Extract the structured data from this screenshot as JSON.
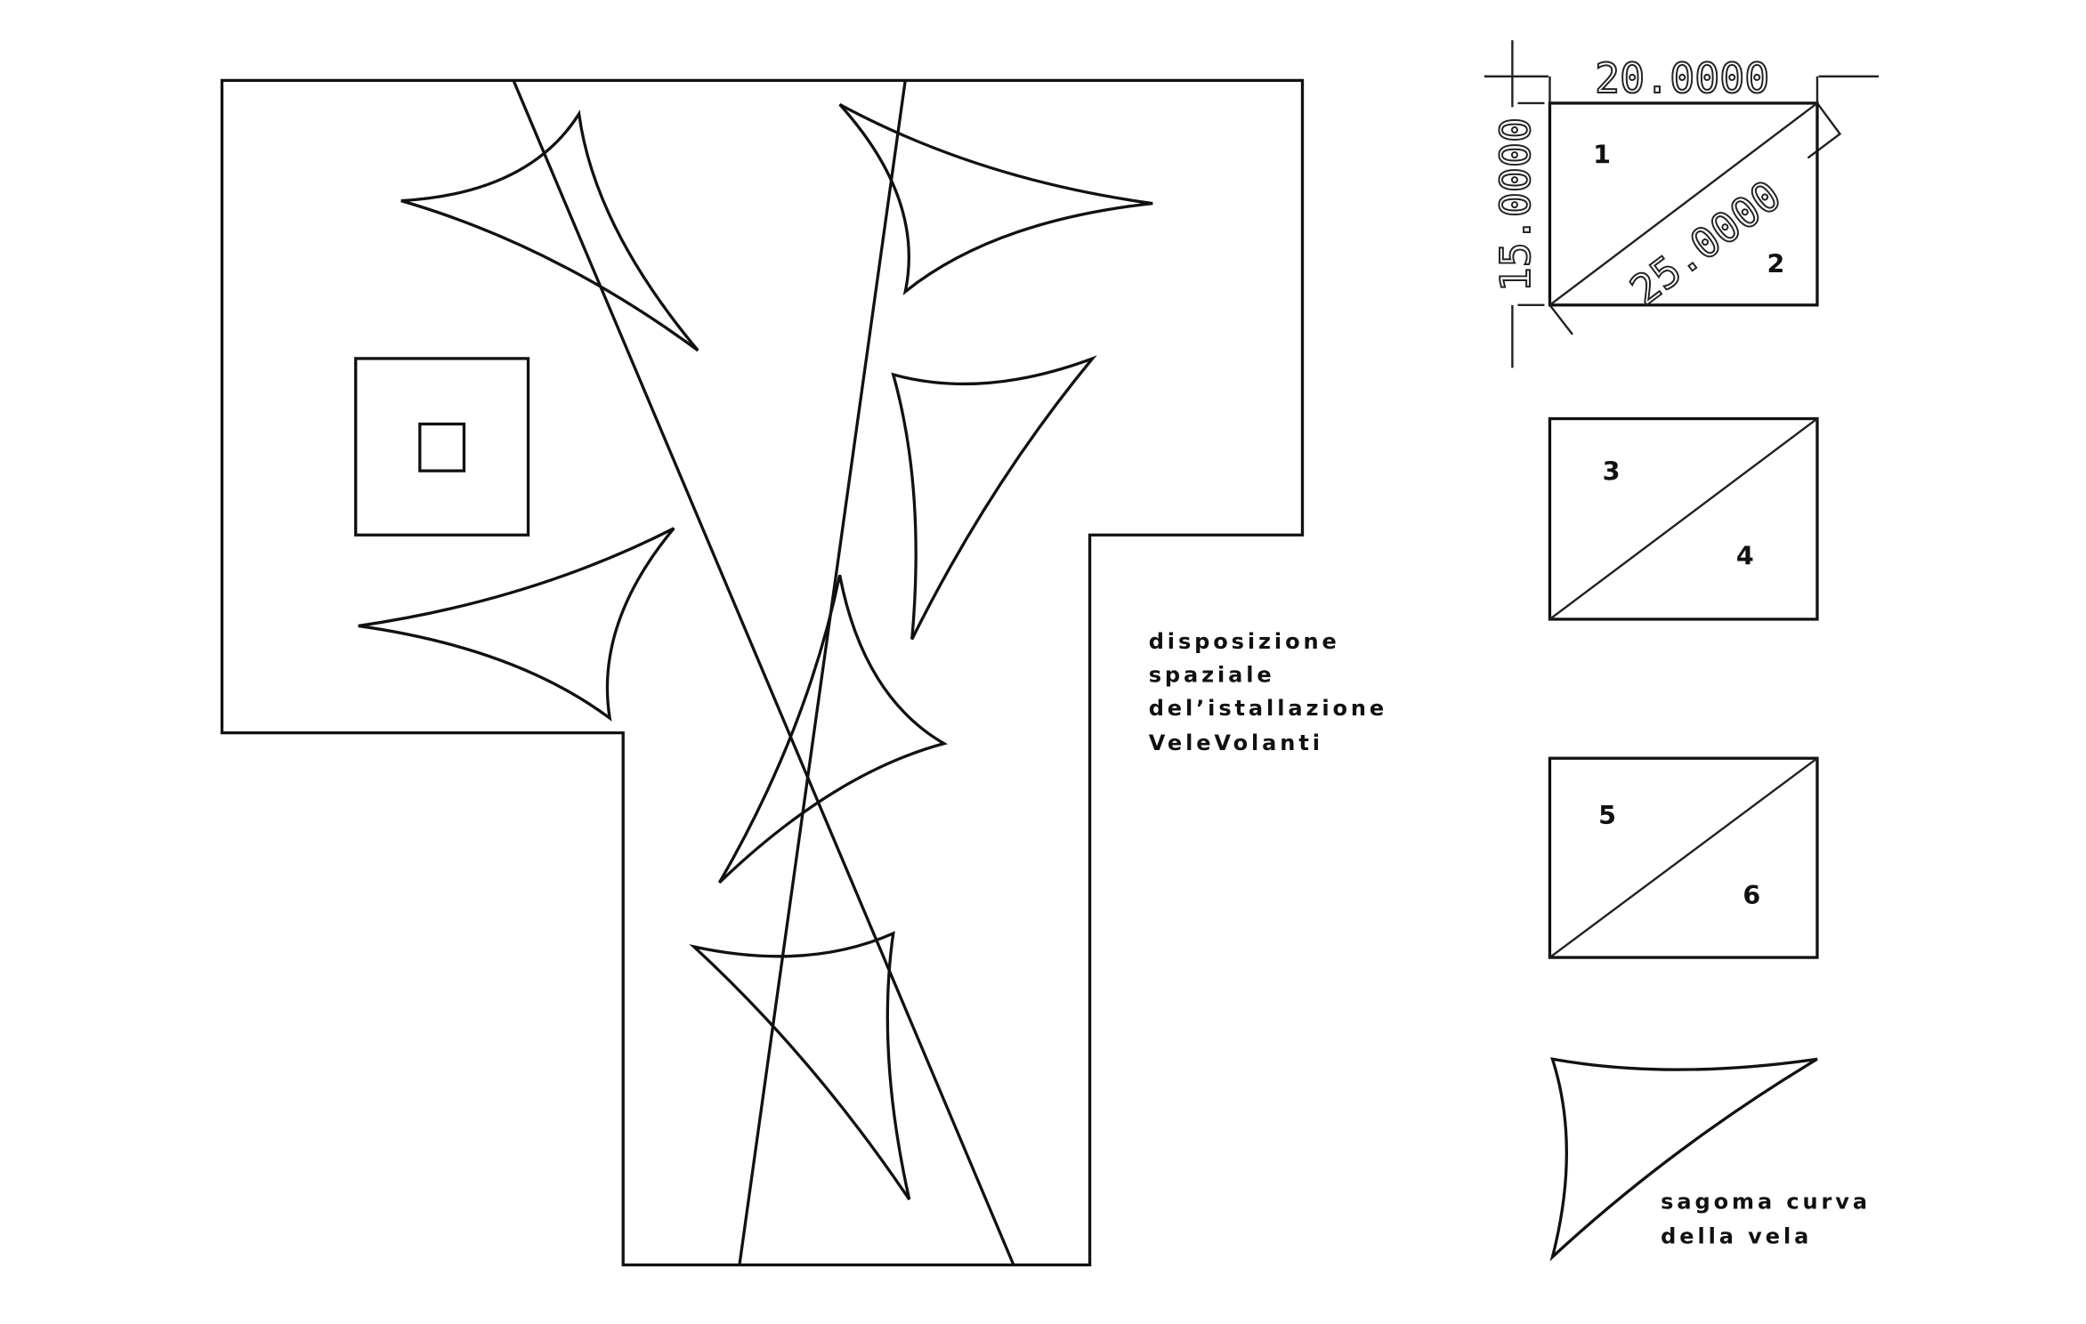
{
  "caption": {
    "lines": [
      "disposizione",
      "spaziale",
      "del’istallazione",
      "VeleVolanti"
    ]
  },
  "dimensions": {
    "width": "20.0000",
    "height": "15.0000",
    "diagonal": "25.0000"
  },
  "panel_labels": [
    "1",
    "2",
    "3",
    "4",
    "5",
    "6"
  ],
  "sail_shape_caption": {
    "lines": [
      "sagoma curva",
      "della vela"
    ]
  }
}
